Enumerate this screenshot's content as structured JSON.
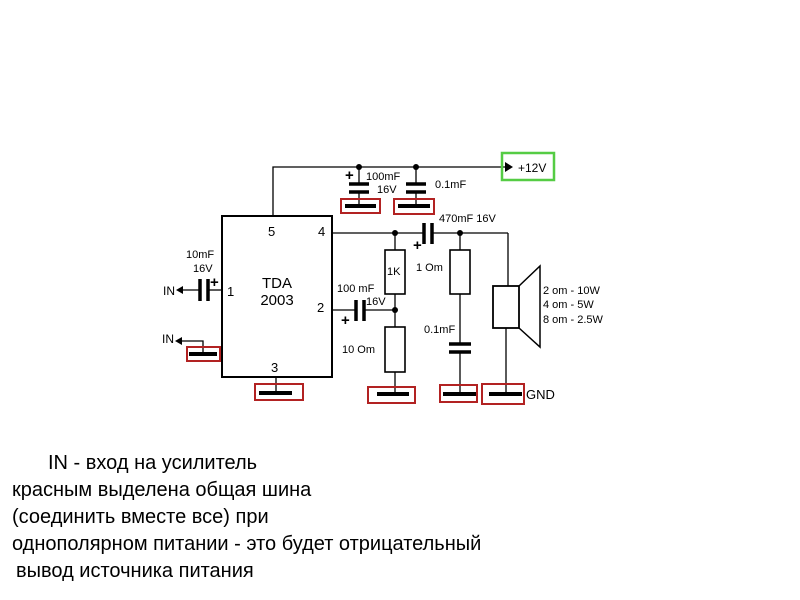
{
  "chip": {
    "name_line1": "TDA",
    "name_line2": "2003",
    "pins": {
      "p1": "1",
      "p2": "2",
      "p3": "3",
      "p4": "4",
      "p5": "5"
    }
  },
  "power": {
    "label": "+12V",
    "color": "#55cc44"
  },
  "ground": {
    "label": "GND",
    "bus_color": "#b22222"
  },
  "inputs": {
    "signal_in": "IN",
    "ground_in": "IN"
  },
  "components": {
    "c_supply_electrolytic": {
      "value": "100mF",
      "voltage": "16V",
      "polarity": "+"
    },
    "c_supply_ceramic": {
      "value": "0.1mF"
    },
    "c_input": {
      "value": "10mF",
      "voltage": "16V",
      "polarity": "+"
    },
    "c_feedback": {
      "value": "100 mF",
      "voltage": "16V",
      "polarity": "+"
    },
    "c_output": {
      "value": "470mF 16V",
      "polarity": "+"
    },
    "r_feedback_top": {
      "value": "1K"
    },
    "r_feedback_bottom": {
      "value": "10 Om"
    },
    "r_zobel": {
      "value": "1 Om"
    },
    "c_zobel": {
      "value": "0.1mF"
    }
  },
  "speaker": {
    "ratings": [
      "2 om - 10W",
      "4 om - 5W",
      "8 om - 2.5W"
    ]
  },
  "notes": [
    "IN - вход на усилитель",
    "красным выделена общая шина",
    "(соединить вместе все) при",
    "однополярном питании - это будет отрицательный",
    "вывод источника питания"
  ]
}
